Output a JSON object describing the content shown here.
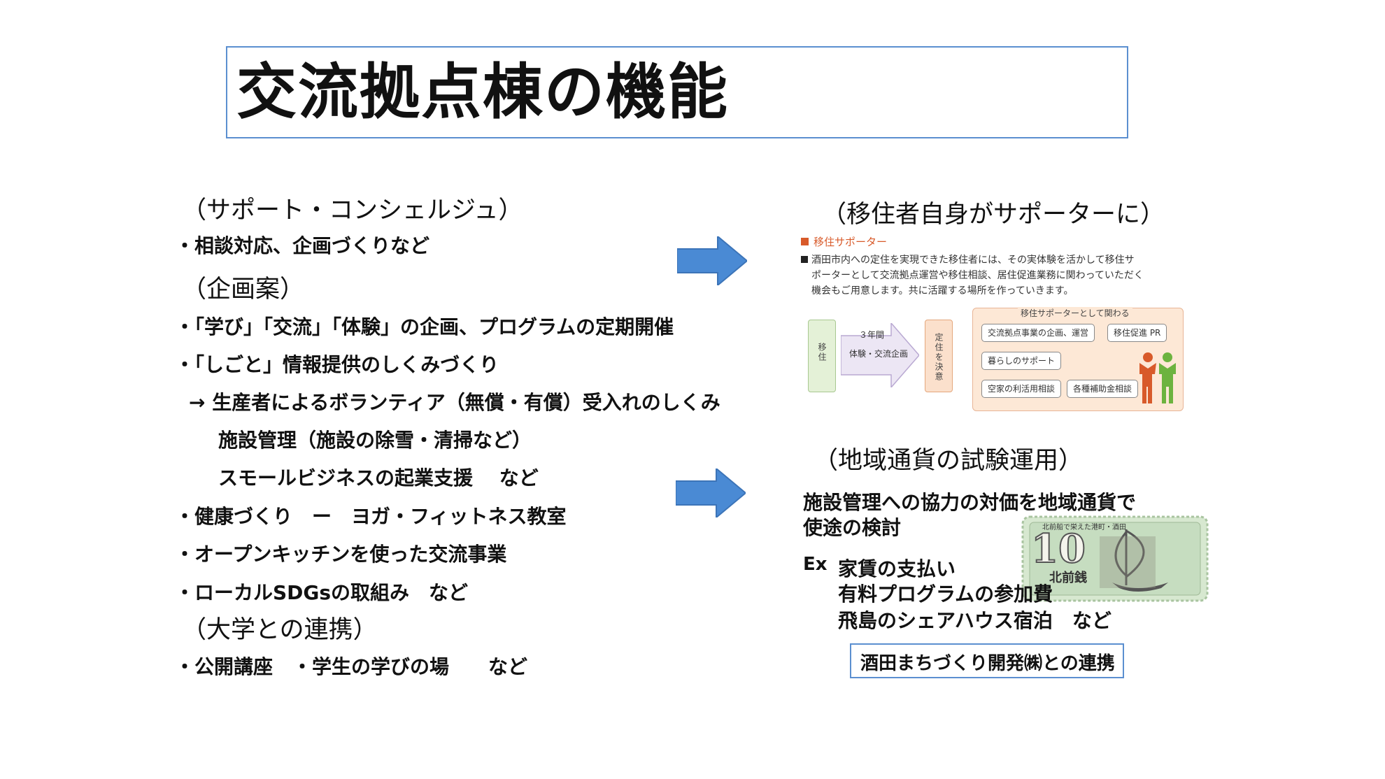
{
  "title": "交流拠点棟の機能",
  "left": {
    "support_heading": "（サポート・コンシェルジュ）",
    "support_item": "・相談対応、企画づくりなど",
    "plan_heading": "（企画案）",
    "plan_items": [
      "・「学び」「交流」「体験」の企画、プログラムの定期開催",
      "・「しごと」情報提供のしくみづくり",
      "→ 生産者によるボランティア（無償・有償）受入れのしくみ",
      "施設管理（施設の除雪・清掃など）",
      "スモールビジネスの起業支援　 など",
      "・健康づくり　ー　ヨガ・フィットネス教室",
      "・オープンキッチンを使った交流事業",
      "・ローカルSDGsの取組み　など"
    ],
    "univ_heading": "（大学との連携）",
    "univ_item": "・公開講座　・学生の学びの場　　など"
  },
  "right": {
    "supporter_heading": "（移住者自身がサポーターに）",
    "panel": {
      "label": "移住サポーター",
      "desc_lines": [
        "酒田市内への定住を実現できた移住者には、その実体験を活かして移住サ",
        "ポーターとして交流拠点運営や移住相談、居住促進業務に関わっていただく",
        "機会もご用意します。共に活躍する場所を作っていきます。"
      ],
      "left_box": "移住",
      "arrow_top": "３年間",
      "arrow_mid": "体験・交流企画",
      "mid_box": "定住を決意",
      "right_title": "移住サポーターとして関わる",
      "pills": [
        "交流拠点事業の企画、運営",
        "移住促進 PR",
        "暮らしのサポート",
        "空家の利活用相談",
        "各種補助金相談"
      ]
    },
    "currency_heading": "（地域通貨の試験運用）",
    "currency_desc_1": "施設管理への協力の対価を地域通貨で",
    "currency_desc_2": "使途の検討",
    "ex_label": "Ex",
    "ex_items": [
      "家賃の支払い",
      "有料プログラムの参加費",
      "飛島のシェアハウス宿泊　など"
    ],
    "coin": {
      "top_text": "北前船で栄えた港町・酒田",
      "denomination": "10",
      "name": "北前銭"
    },
    "partner": "酒田まちづくり開発㈱との連携"
  },
  "colors": {
    "accent": "#5b8fd0",
    "arrow": "#4a8ad4",
    "orange": "#d85a2a"
  }
}
